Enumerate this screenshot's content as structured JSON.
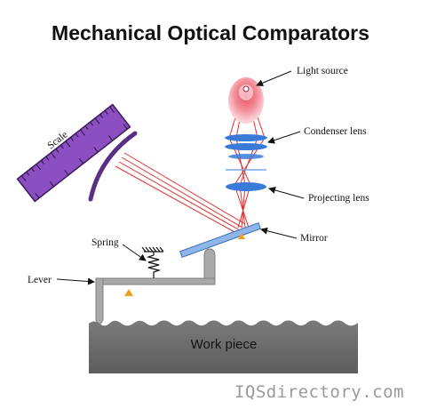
{
  "title": "Mechanical Optical Comparators",
  "labels": {
    "light_source": "Light source",
    "condenser_lens": "Condenser lens",
    "projecting_lens": "Projecting lens",
    "mirror": "Mirror",
    "spring": "Spring",
    "lever": "Lever",
    "scale": "Scale",
    "work_piece": "Work piece"
  },
  "brand": "IQSdirectory.com",
  "colors": {
    "scale_fill": "#8b4fc2",
    "beam": "#e03131",
    "lens": "#3a7ad9",
    "bulb_glow": "#f4a0aa",
    "lever": "#a9a9a9",
    "workpiece": "#6f6f6f",
    "pivot": "#f0a020"
  }
}
